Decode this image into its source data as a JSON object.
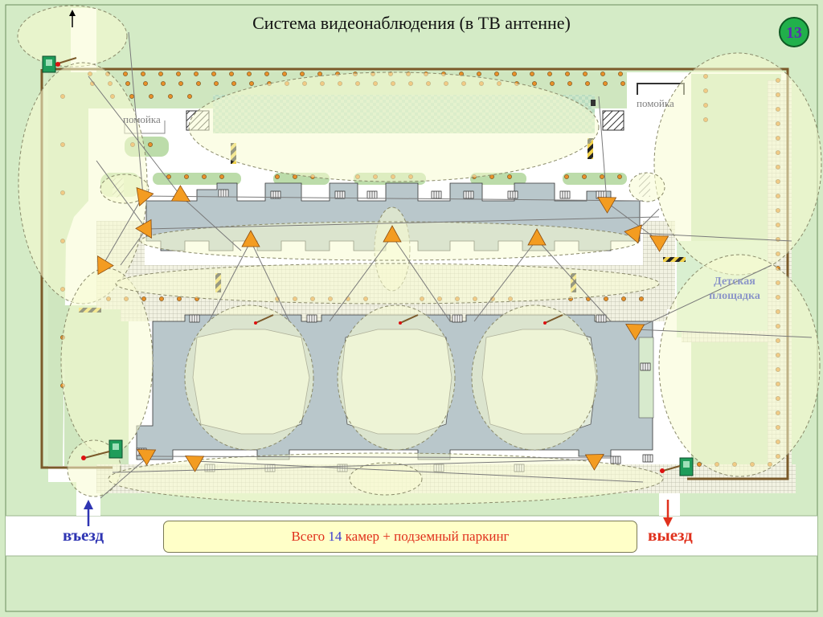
{
  "slide": {
    "title": "Система видеонаблюдения (в ТВ антенне)",
    "number": "13"
  },
  "map": {
    "labels": {
      "trash_left": "помойка",
      "trash_right": "помойка",
      "playground_line1": "Детская",
      "playground_line2": "площадка",
      "entry": "въезд",
      "exit": "выезд"
    },
    "cameras": [
      {
        "icon": "triangle-camera-icon",
        "color": "#f39c21"
      },
      {
        "icon": "triangle-camera-icon",
        "color": "#f39c21"
      },
      {
        "icon": "triangle-camera-icon",
        "color": "#f39c21"
      },
      {
        "icon": "triangle-camera-icon",
        "color": "#f39c21"
      },
      {
        "icon": "triangle-camera-icon",
        "color": "#f39c21"
      },
      {
        "icon": "triangle-camera-icon",
        "color": "#f39c21"
      },
      {
        "icon": "triangle-camera-icon",
        "color": "#f39c21"
      },
      {
        "icon": "triangle-camera-icon",
        "color": "#f39c21"
      },
      {
        "icon": "triangle-camera-icon",
        "color": "#f39c21"
      },
      {
        "icon": "triangle-camera-icon",
        "color": "#f39c21"
      },
      {
        "icon": "triangle-camera-icon",
        "color": "#f39c21"
      },
      {
        "icon": "triangle-camera-icon",
        "color": "#f39c21"
      },
      {
        "icon": "triangle-camera-icon",
        "color": "#f39c21"
      },
      {
        "icon": "triangle-camera-icon",
        "color": "#f39c21"
      }
    ],
    "colors": {
      "building": "#b9c7cb",
      "coverage_zone": "#f8fbd2",
      "lawn": "#cfe6bf",
      "fence": "#7b5a2a",
      "camera": "#f39c21",
      "guard_booth": "#1f9c5a",
      "entry_arrow": "#2f35b3",
      "exit_arrow": "#e0301c"
    }
  },
  "summary": {
    "text_before": "Всего ",
    "count": "14",
    "text_after": " камер + подземный паркинг"
  }
}
